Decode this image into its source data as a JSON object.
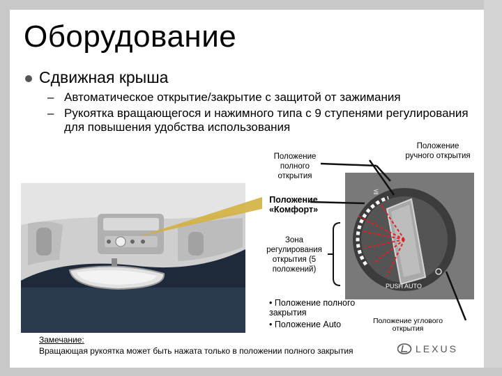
{
  "slide": {
    "title": "Оборудование",
    "bullet": "Сдвижная крыша",
    "subitems": [
      {
        "dash": "–",
        "text": "Автоматическое открытие/закрытие с защитой от зажимания"
      },
      {
        "dash": "–",
        "text": "Рукоятка вращающегося и нажимного типа с 9 ступенями регулирования  для повышения удобства использования"
      }
    ]
  },
  "labels": {
    "full_open": "Положение полного открытия",
    "manual_open": "Положение ручного открытия",
    "comfort": "Положение «Комфорт»",
    "zone": "Зона регулирования открытия (5 положений)",
    "full_close": "• Положение полного закрытия",
    "auto": "• Положение Auto",
    "tilt": "Положение углового открытия"
  },
  "dial_text": {
    "push_auto": "PUSH AUTO"
  },
  "note": {
    "heading": "Замечание:",
    "text": "Вращающая рукоятка может быть нажата только в положении полного закрытия"
  },
  "brand": {
    "logo_text": "LEXUS"
  },
  "colors": {
    "frame": "#c8c8c8",
    "callout_line": "#d4b040",
    "dial_lines": "#e02020"
  }
}
